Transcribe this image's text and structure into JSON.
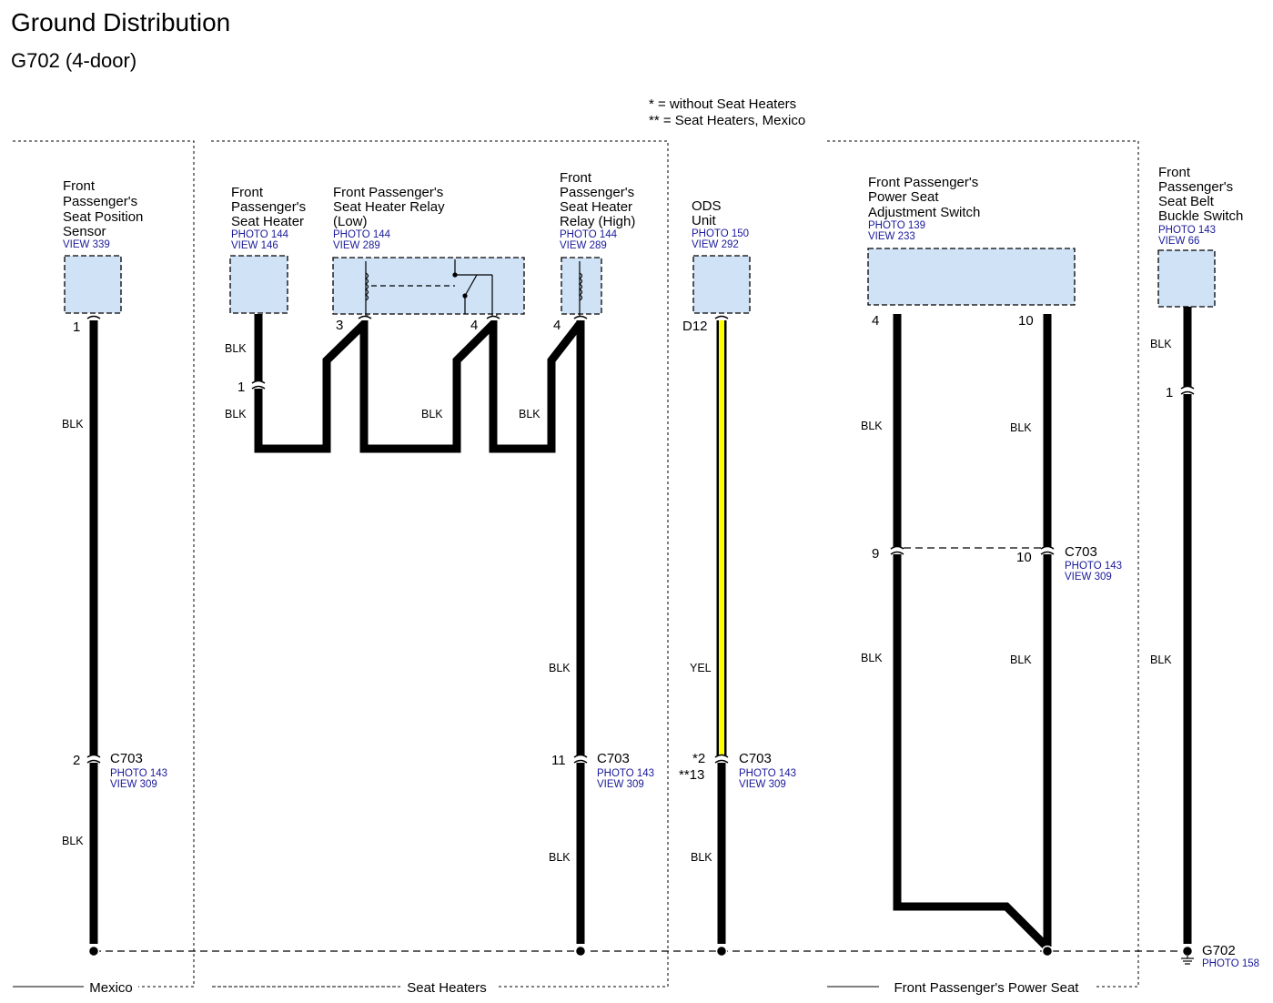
{
  "title": "Ground Distribution",
  "subtitle": "G702 (4-door)",
  "notes": [
    "* = without Seat Heaters",
    "** = Seat Heaters, Mexico"
  ],
  "sections": {
    "mexico": "Mexico",
    "seat_heaters": "Seat Heaters",
    "power_seat": "Front Passenger's Power Seat"
  },
  "components": {
    "seat_position_sensor": {
      "lines": [
        "Front",
        "Passenger's",
        "Seat Position",
        "Sensor"
      ],
      "refs": [
        "VIEW 339"
      ]
    },
    "seat_heater": {
      "lines": [
        "Front",
        "Passenger's",
        "Seat Heater"
      ],
      "refs": [
        "PHOTO 144",
        "VIEW 146"
      ]
    },
    "relay_low": {
      "lines": [
        "Front Passenger's",
        "Seat Heater Relay",
        "(Low)"
      ],
      "refs": [
        "PHOTO 144",
        "VIEW 289"
      ]
    },
    "relay_high": {
      "lines": [
        "Front",
        "Passenger's",
        "Seat Heater",
        "Relay (High)"
      ],
      "refs": [
        "PHOTO 144",
        "VIEW 289"
      ]
    },
    "ods_unit": {
      "lines": [
        "ODS",
        "Unit"
      ],
      "refs": [
        "PHOTO 150",
        "VIEW 292"
      ]
    },
    "power_seat_switch": {
      "lines": [
        "Front Passenger's",
        "Power Seat",
        "Adjustment Switch"
      ],
      "refs": [
        "PHOTO 139",
        "VIEW 233"
      ]
    },
    "seat_belt_buckle": {
      "lines": [
        "Front",
        "Passenger's",
        "Seat Belt",
        "Buckle Switch"
      ],
      "refs": [
        "PHOTO 143",
        "VIEW 66"
      ]
    }
  },
  "pins": {
    "sps_top": "1",
    "sps_c703": "2",
    "heater_1": "1",
    "relay_low_3": "3",
    "relay_low_4": "4",
    "relay_high_4": "4",
    "relay_high_c703": "11",
    "ods_d12": "D12",
    "ods_c703_a": "*2",
    "ods_c703_b": "**13",
    "switch_4": "4",
    "switch_10": "10",
    "switch_9": "9",
    "switch_c703_10": "10",
    "buckle_1": "1"
  },
  "connectors": {
    "c703": {
      "name": "C703",
      "refs": [
        "PHOTO 143",
        "VIEW 309"
      ]
    }
  },
  "ground": {
    "name": "G702",
    "ref": "PHOTO 158"
  },
  "wire_colors": {
    "blk": "BLK",
    "yel": "YEL"
  },
  "colors": {
    "wire_black": "#000000",
    "wire_yellow": "#ffff00",
    "component_fill": "#cfe2f6",
    "ref_text": "#1a1a9a"
  }
}
